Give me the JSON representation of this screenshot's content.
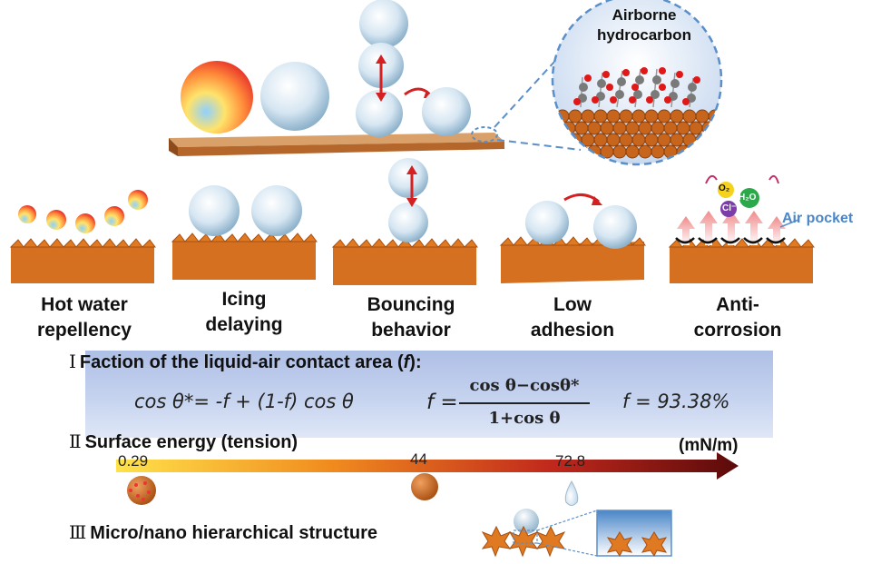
{
  "top_callout": {
    "line1": "Airborne",
    "line2": "hydrocarbon"
  },
  "air_pocket_label": "Air pocket",
  "molecules": {
    "o2": "O₂",
    "h2o": "H₂O",
    "cl": "Cl⁻"
  },
  "panels": [
    {
      "line1": "Hot water",
      "line2": "repellency"
    },
    {
      "line1": "Icing",
      "line2": "delaying"
    },
    {
      "line1": "Bouncing",
      "line2": "behavior"
    },
    {
      "line1": "Low",
      "line2": "adhesion"
    },
    {
      "line1": "Anti-",
      "line2": "corrosion"
    }
  ],
  "section1": {
    "numeral": "Ⅰ",
    "title": "Faction of the liquid-air contact area (",
    "title_var": "f",
    "title_end": "):",
    "eq1": "cos θ*= -f + (1-f) cos θ",
    "eq2_lhs": "f =",
    "eq2_num": "cos θ−cosθ*",
    "eq2_den": "1+cos θ",
    "eq3": "f = 93.38%"
  },
  "section2": {
    "numeral": "Ⅱ",
    "title": "Surface energy (tension)",
    "unit": "(mN/m)",
    "values": [
      "0.29",
      "44",
      "72.8"
    ]
  },
  "section3": {
    "numeral": "Ⅲ",
    "title": "Micro/nano hierarchical structure"
  },
  "colors": {
    "substrate": "#d4701f",
    "substrate_dark": "#a84f10",
    "panel_bg": "#b9c8ea",
    "scale_start": "#ffe24a",
    "scale_end": "#5a0a0a",
    "arrow_red": "#d42020",
    "dash_blue": "#5b8fc9"
  }
}
